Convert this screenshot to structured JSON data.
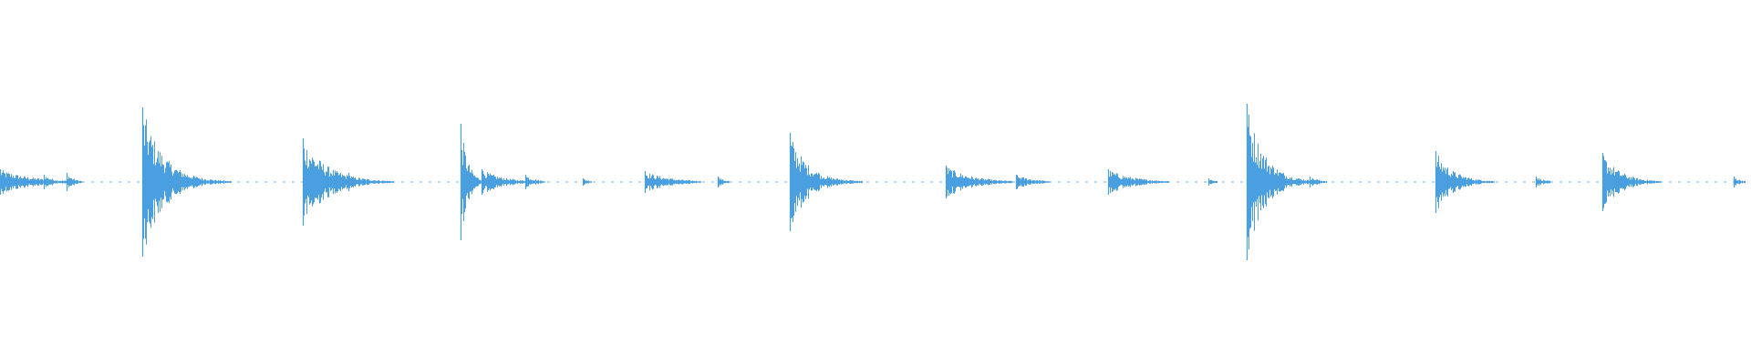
{
  "waveform": {
    "color": "#4a9fe0",
    "background": "#ffffff",
    "dashed_gaps": true,
    "events": [
      {
        "time": 0.0,
        "amplitude": 0.07,
        "decay": 0.018
      },
      {
        "time": 0.025,
        "amplitude": 0.04,
        "decay": 0.006
      },
      {
        "time": 0.038,
        "amplitude": 0.05,
        "decay": 0.004
      },
      {
        "time": 0.081,
        "amplitude": 0.41,
        "decay": 0.012
      },
      {
        "time": 0.095,
        "amplitude": 0.05,
        "decay": 0.008
      },
      {
        "time": 0.113,
        "amplitude": 0.02,
        "decay": 0.005
      },
      {
        "time": 0.173,
        "amplitude": 0.24,
        "decay": 0.014
      },
      {
        "time": 0.199,
        "amplitude": 0.05,
        "decay": 0.004
      },
      {
        "time": 0.263,
        "amplitude": 0.32,
        "decay": 0.004
      },
      {
        "time": 0.275,
        "amplitude": 0.07,
        "decay": 0.012
      },
      {
        "time": 0.3,
        "amplitude": 0.04,
        "decay": 0.006
      },
      {
        "time": 0.333,
        "amplitude": 0.02,
        "decay": 0.004
      },
      {
        "time": 0.368,
        "amplitude": 0.06,
        "decay": 0.014
      },
      {
        "time": 0.41,
        "amplitude": 0.03,
        "decay": 0.004
      },
      {
        "time": 0.451,
        "amplitude": 0.27,
        "decay": 0.01
      },
      {
        "time": 0.467,
        "amplitude": 0.05,
        "decay": 0.012
      },
      {
        "time": 0.54,
        "amplitude": 0.09,
        "decay": 0.014
      },
      {
        "time": 0.58,
        "amplitude": 0.04,
        "decay": 0.01
      },
      {
        "time": 0.633,
        "amplitude": 0.07,
        "decay": 0.014
      },
      {
        "time": 0.69,
        "amplitude": 0.02,
        "decay": 0.004
      },
      {
        "time": 0.712,
        "amplitude": 0.43,
        "decay": 0.01
      },
      {
        "time": 0.728,
        "amplitude": 0.05,
        "decay": 0.014
      },
      {
        "time": 0.748,
        "amplitude": 0.03,
        "decay": 0.006
      },
      {
        "time": 0.82,
        "amplitude": 0.17,
        "decay": 0.01
      },
      {
        "time": 0.877,
        "amplitude": 0.03,
        "decay": 0.005
      },
      {
        "time": 0.915,
        "amplitude": 0.16,
        "decay": 0.01
      },
      {
        "time": 0.99,
        "amplitude": 0.03,
        "decay": 0.004
      }
    ]
  }
}
